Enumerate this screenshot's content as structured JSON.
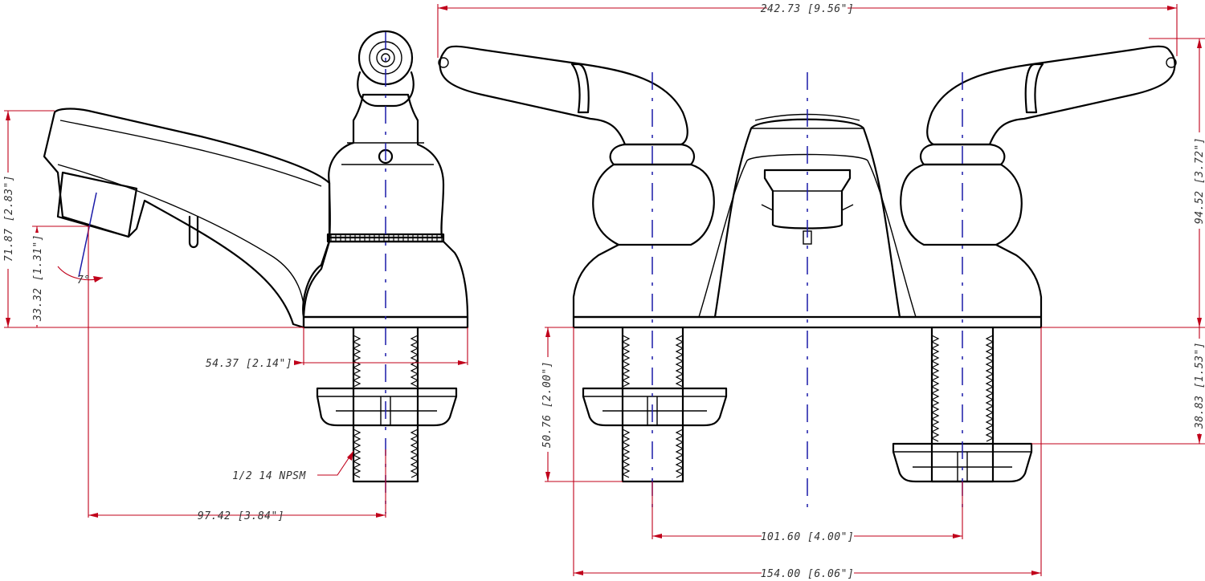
{
  "dimensions": {
    "overall_width": "242.73 [9.56\"]",
    "side_height": "71.87 [2.83\"]",
    "spout_height": "33.32 [1.31\"]",
    "spout_angle": "7°",
    "base_depth": "54.37 [2.14\"]",
    "thread_spec": "1/2 14 NPSM",
    "spout_reach": "97.42 [3.84\"]",
    "front_height": "94.52 [3.72\"]",
    "shank_length": "38.83 [1.53\"]",
    "nut_depth": "50.76 [2.00\"]",
    "center_spacing": "101.60 [4.00\"]",
    "base_width": "154.00 [6.06\"]"
  },
  "colors": {
    "outline": "#000000",
    "dimension_lines": "#c0001a",
    "centerlines": "#1a1aa8"
  }
}
